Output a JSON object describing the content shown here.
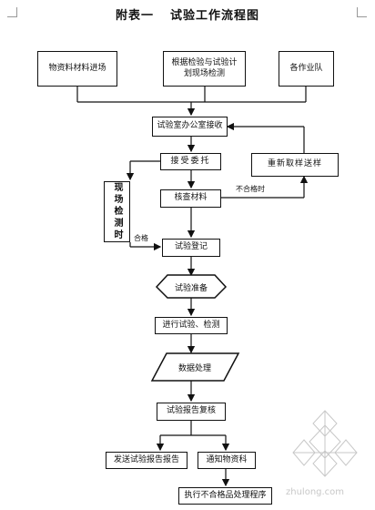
{
  "title": {
    "prefix": "附表一",
    "main": "试验工作流程图"
  },
  "nodes": {
    "materials_arrival": "物资料材料进场",
    "plan_detection": "根据检验与试验计划现场检测",
    "work_teams": "各作业队",
    "lab_receive": "试验室办公室接收",
    "accept_commission": "接受委托",
    "check_materials": "核查材料",
    "resample": "重新取样送样",
    "field_detection": "现场检测时",
    "lab_register": "试验登记",
    "lab_prepare": "试验准备",
    "test_detect": "进行试验、检测",
    "data_process": "数据处理",
    "report_review": "试验报告复核",
    "issue_report": "发送试验报告报告",
    "notify_materials": "通知物资科",
    "nonconform_procedure": "执行不合格品处理程序"
  },
  "labels": {
    "unqualified": "不合格时",
    "qualified": "合格"
  },
  "watermark": {
    "site": "zhulong.com"
  },
  "colors": {
    "line": "#111111",
    "watermark": "#9a9a9a"
  }
}
